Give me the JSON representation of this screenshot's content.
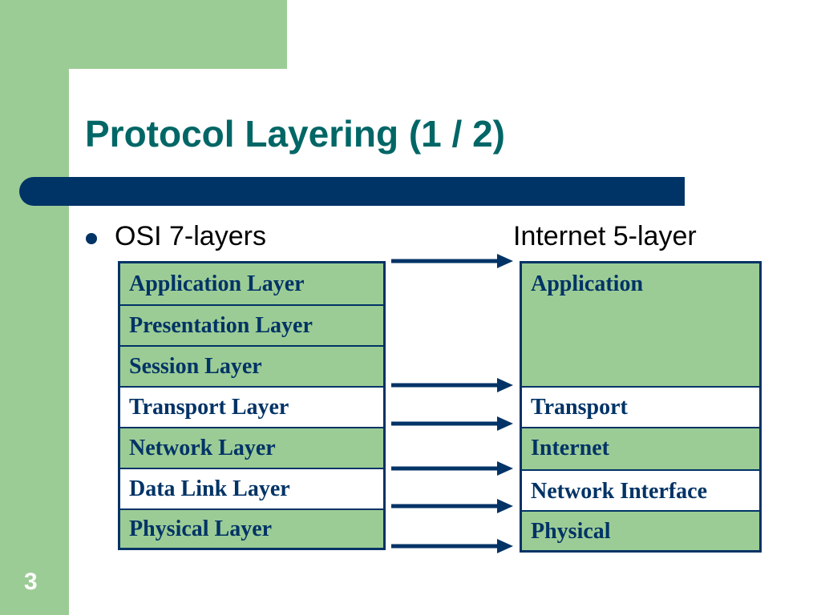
{
  "colors": {
    "frame_green": "#9ccc95",
    "title_teal": "#006666",
    "navy": "#003366",
    "cell_green": "#9ccc95",
    "cell_white": "#ffffff"
  },
  "slide": {
    "title": "Protocol Layering (1 / 2)",
    "page_number": "3"
  },
  "headings": {
    "osi": "OSI 7-layers",
    "internet": "Internet 5-layer"
  },
  "osi_layers": [
    {
      "label": "Application Layer",
      "fill": "green"
    },
    {
      "label": "Presentation Layer",
      "fill": "green"
    },
    {
      "label": "Session Layer",
      "fill": "green"
    },
    {
      "label": "Transport Layer",
      "fill": "white"
    },
    {
      "label": "Network Layer",
      "fill": "green"
    },
    {
      "label": "Data Link Layer",
      "fill": "white"
    },
    {
      "label": "Physical Layer",
      "fill": "green"
    }
  ],
  "internet_layers": [
    {
      "label": "Application",
      "fill": "green"
    },
    {
      "label": "Transport",
      "fill": "white"
    },
    {
      "label": "Internet",
      "fill": "green"
    },
    {
      "label": "Network Interface",
      "fill": "white"
    },
    {
      "label": "Physical",
      "fill": "green"
    }
  ]
}
